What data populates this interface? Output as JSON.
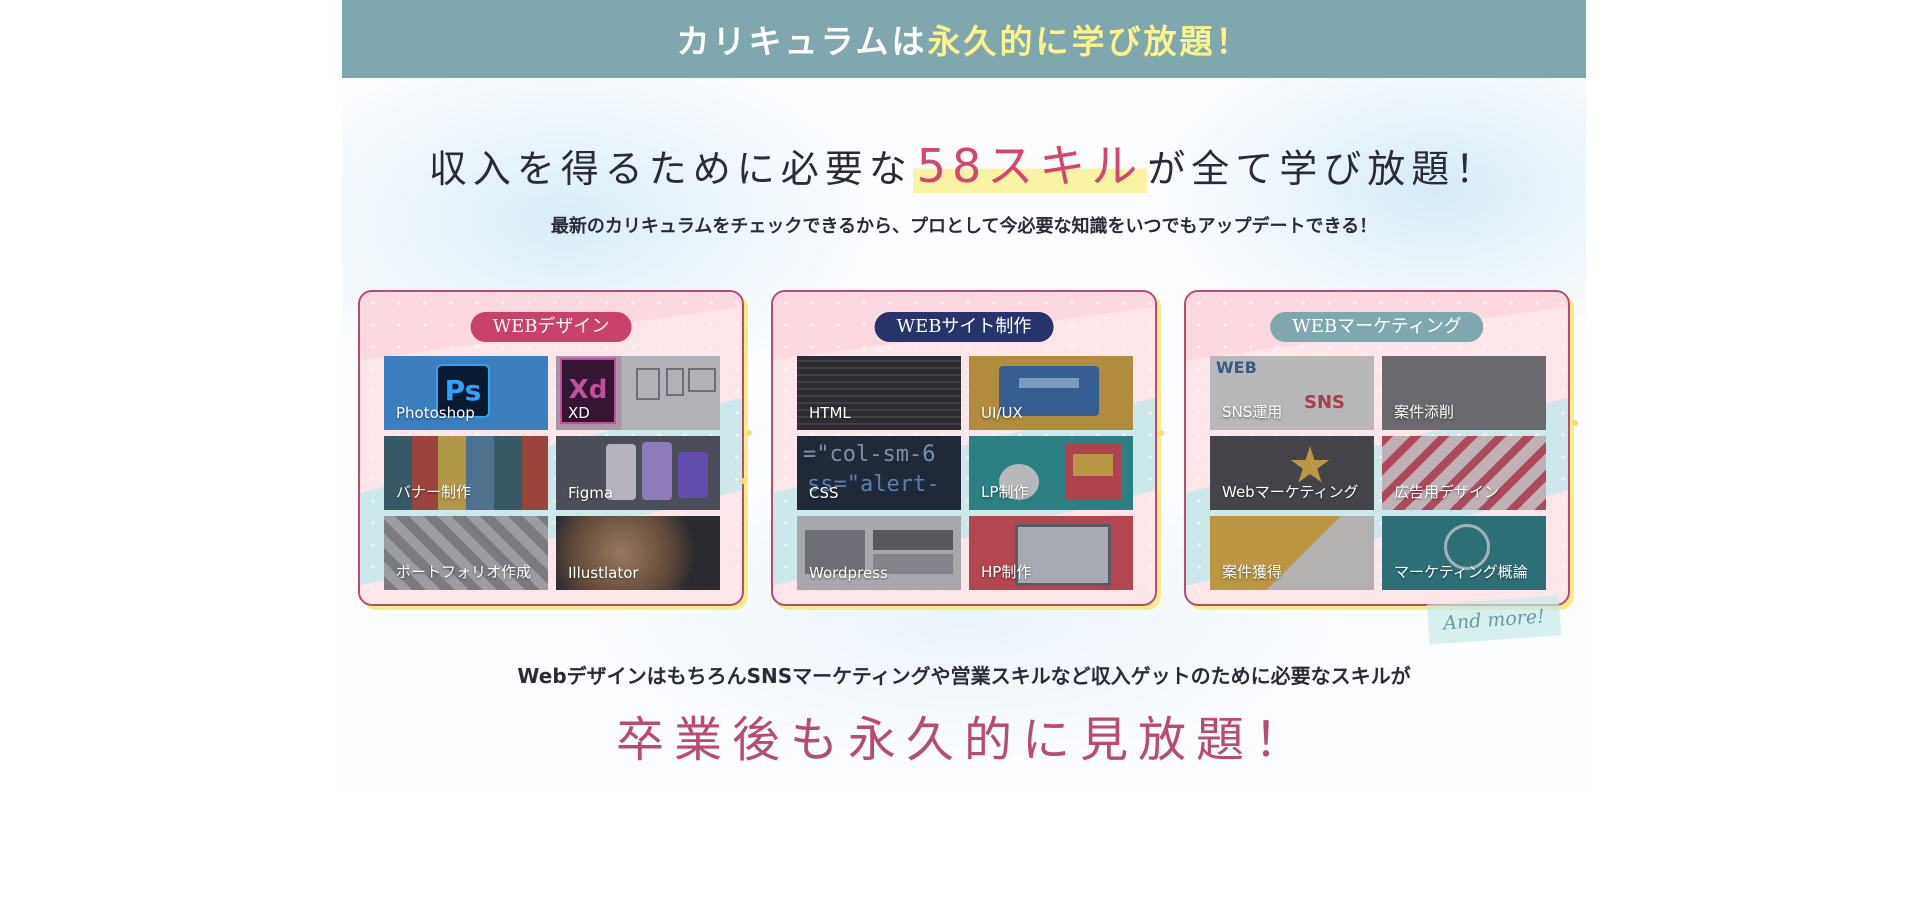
{
  "banner": {
    "part1": "カリキュラムは",
    "part2": "永久的に学び放題！"
  },
  "headline": {
    "pre": "収入を得るために必要な",
    "highlight": "58スキル",
    "post": "が全て学び放題！"
  },
  "subtext": "最新のカリキュラムをチェックできるから、プロとして今必要な知識をいつでもアップデートできる！",
  "categories": [
    {
      "title": "WEBデザイン",
      "pill_color": "#c9416a",
      "tiles": [
        {
          "label": "Photoshop"
        },
        {
          "label": "XD"
        },
        {
          "label": "バナー制作"
        },
        {
          "label": "Figma"
        },
        {
          "label": "ポートフォリオ作成"
        },
        {
          "label": "Illustlator"
        }
      ]
    },
    {
      "title": "WEBサイト制作",
      "pill_color": "#27346b",
      "tiles": [
        {
          "label": "HTML"
        },
        {
          "label": "UI/UX"
        },
        {
          "label": "CSS"
        },
        {
          "label": "LP制作"
        },
        {
          "label": "Wordpress"
        },
        {
          "label": "HP制作"
        }
      ]
    },
    {
      "title": "WEBマーケティング",
      "pill_color": "#7fa7ae",
      "tiles": [
        {
          "label": "SNS運用"
        },
        {
          "label": "案件添削"
        },
        {
          "label": "Webマーケティング"
        },
        {
          "label": "広告用デザイン"
        },
        {
          "label": "案件獲得"
        },
        {
          "label": "マーケティング概論"
        }
      ]
    }
  ],
  "and_more": "And more!",
  "bottom": {
    "line1": "WebデザインはもちろんSNSマーケティングや営業スキルなど収入ゲットのために必要なスキルが",
    "line2": "卒業後も永久的に見放題！"
  },
  "colors": {
    "banner_bg": "#7fa7ae",
    "accent_pink": "#c9416a",
    "accent_navy": "#27346b",
    "highlight_yellow": "#fcf38d"
  }
}
